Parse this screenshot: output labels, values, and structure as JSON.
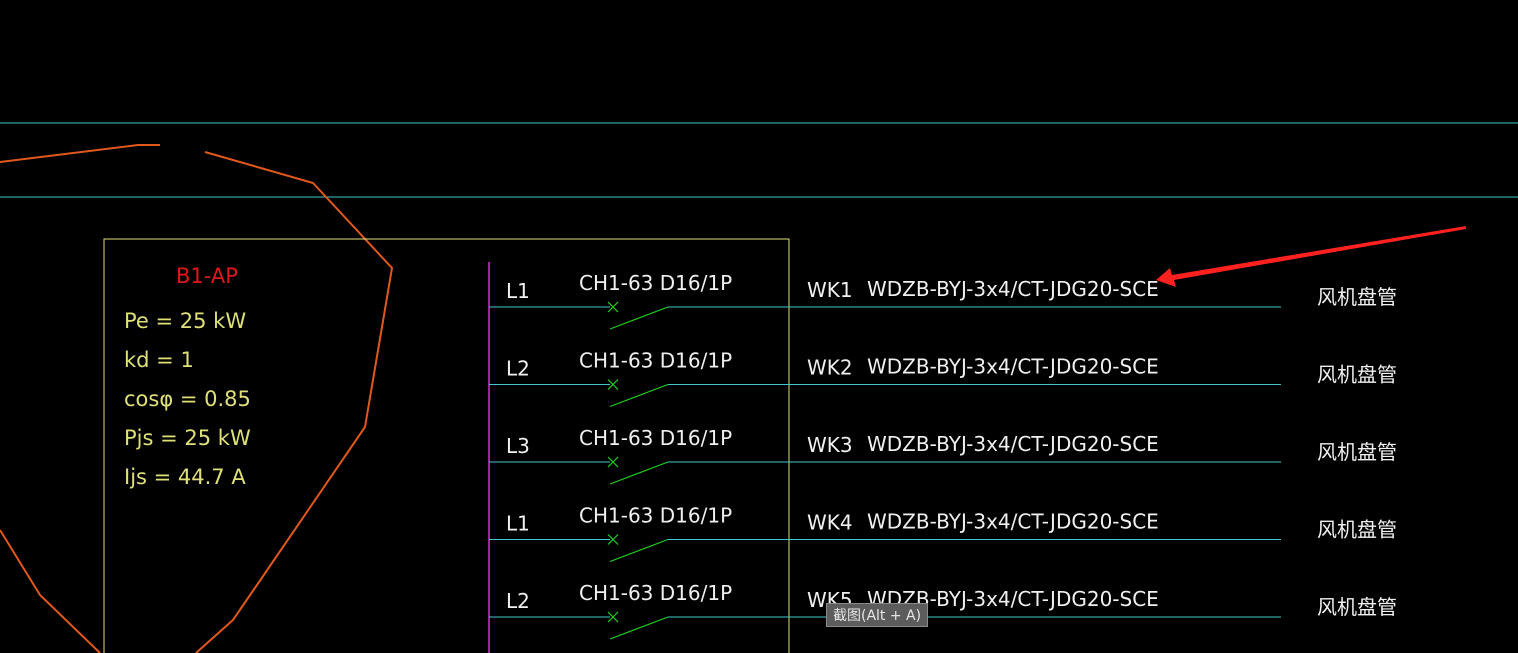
{
  "colors": {
    "background": "#000000",
    "cyan": "#40c8c8",
    "orange": "#e0581c",
    "yellow": "#e0e07a",
    "red": "#e01818",
    "green": "#20d020",
    "magenta": "#d030d0",
    "white": "#f0f0f0",
    "arrow": "#ff2020"
  },
  "panel": {
    "name": "B1-AP",
    "params": [
      "Pe = 25  kW",
      "kd = 1",
      "cosφ = 0.85",
      "Pjs = 25  kW",
      "Ijs = 44.7  A"
    ]
  },
  "circuits": [
    {
      "phase": "L1",
      "breaker": "CH1-63  D16/1P",
      "id": "WK1",
      "cable": "WDZB-BYJ-3x4/CT-JDG20-SCE",
      "load": "风机盘管"
    },
    {
      "phase": "L2",
      "breaker": "CH1-63  D16/1P",
      "id": "WK2",
      "cable": "WDZB-BYJ-3x4/CT-JDG20-SCE",
      "load": "风机盘管"
    },
    {
      "phase": "L3",
      "breaker": "CH1-63  D16/1P",
      "id": "WK3",
      "cable": "WDZB-BYJ-3x4/CT-JDG20-SCE",
      "load": "风机盘管"
    },
    {
      "phase": "L1",
      "breaker": "CH1-63  D16/1P",
      "id": "WK4",
      "cable": "WDZB-BYJ-3x4/CT-JDG20-SCE",
      "load": "风机盘管"
    },
    {
      "phase": "L2",
      "breaker": "CH1-63  D16/1P",
      "id": "WK5",
      "cable": "WDZB-BYJ-3x4/CT-JDG20-SCE",
      "load": "风机盘管"
    }
  ],
  "tooltip": {
    "text": "截图(Alt + A)"
  }
}
